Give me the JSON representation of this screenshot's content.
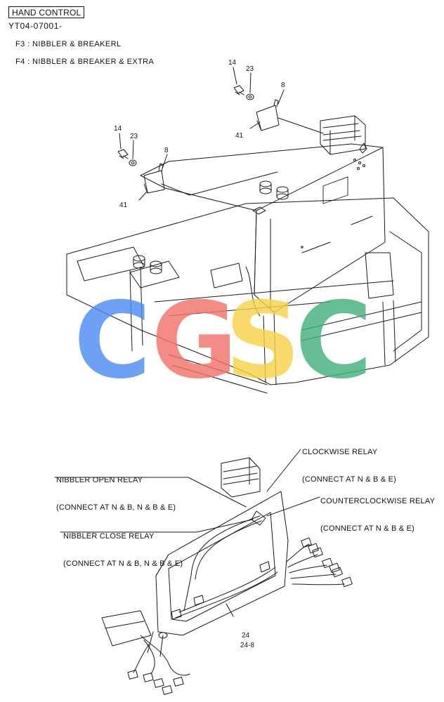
{
  "header": {
    "section_title": "HAND CONTROL",
    "serial_code": "YT04-07001-"
  },
  "variants": [
    {
      "code": "F3",
      "separator": ":",
      "description": "NIBBLER & BREAKERL"
    },
    {
      "code": "F4",
      "separator": ":",
      "description": "NIBBLER & BREAKER & EXTRA"
    }
  ],
  "part_labels": {
    "bolt": "14",
    "washer": "23",
    "relay_pin": "8",
    "relay_bracket": "41",
    "harness": "24",
    "harness_sub": "24-8"
  },
  "callouts": {
    "clockwise_relay": {
      "line1": "CLOCKWISE RELAY",
      "line2": "(CONNECT AT N & B & E)"
    },
    "nibbler_open_relay": {
      "line1": "NIBBLER OPEN RELAY",
      "line2": "(CONNECT AT N & B, N & B & E)"
    },
    "counterclockwise_relay": {
      "line1": "COUNTERCLOCKWISE RELAY",
      "line2": "(CONNECT AT N & B & E)"
    },
    "nibbler_close_relay": {
      "line1": "NIBBLER CLOSE RELAY",
      "line2": "(CONNECT AT N & B, N & B & E)"
    }
  },
  "watermark": {
    "letters": [
      "C",
      "G",
      "S",
      "C"
    ],
    "colors": [
      "#4f8df5",
      "#f0746a",
      "#f6d24a",
      "#45b07e"
    ]
  }
}
